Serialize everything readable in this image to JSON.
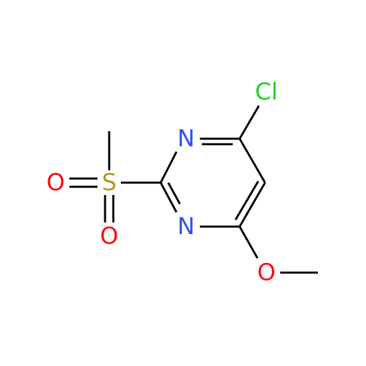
{
  "molecule": {
    "atoms": {
      "chlorine": {
        "text": "Cl",
        "color": "#1fd01f"
      },
      "nitrogen_top": {
        "text": "N",
        "color": "#3050f8"
      },
      "nitrogen_bottom": {
        "text": "N",
        "color": "#3050f8"
      },
      "sulfur": {
        "text": "S",
        "color": "#b39b1c"
      },
      "oxygen_sulfonyl_left": {
        "text": "O",
        "color": "#ff0d0d"
      },
      "oxygen_sulfonyl_bottom": {
        "text": "O",
        "color": "#ff0d0d"
      },
      "oxygen_methoxy": {
        "text": "O",
        "color": "#ff0d0d"
      }
    },
    "bond_color": "#000000"
  }
}
